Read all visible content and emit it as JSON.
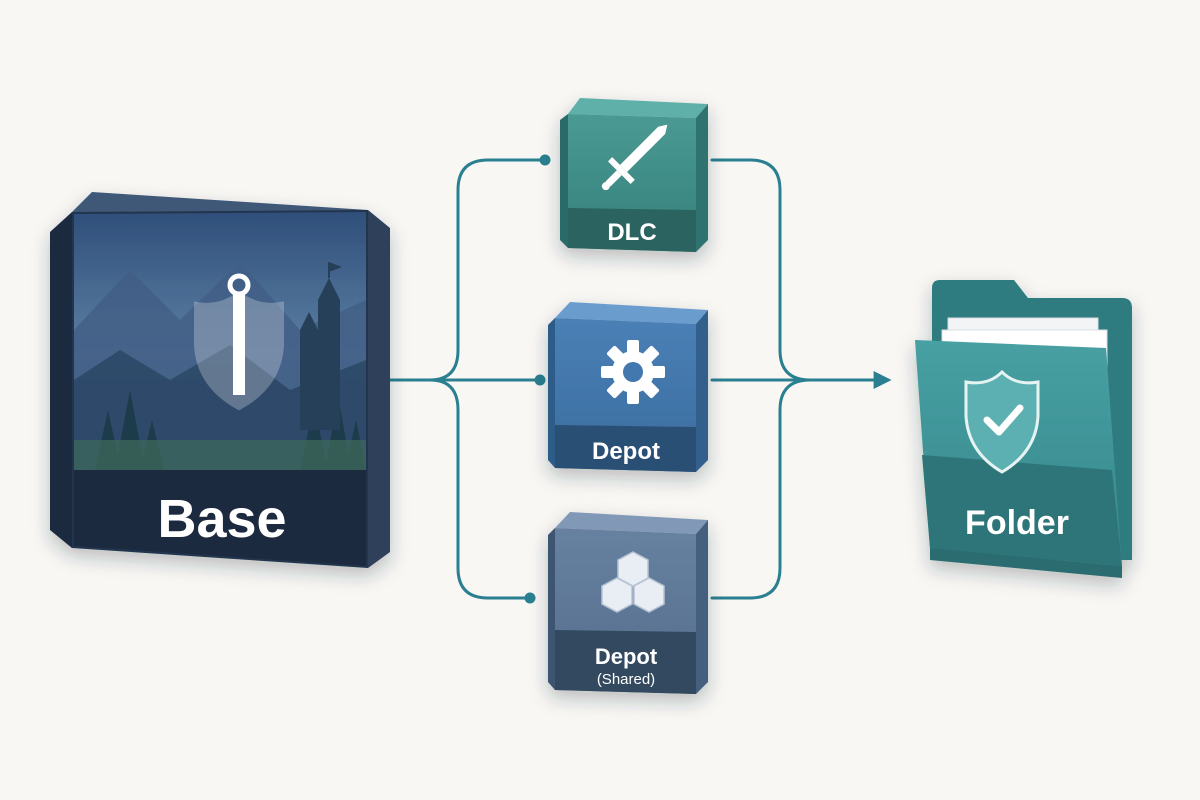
{
  "nodes": {
    "base": {
      "label": "Base"
    },
    "dlc": {
      "label": "DLC"
    },
    "depot": {
      "label": "Depot"
    },
    "shared": {
      "label": "Depot",
      "sublabel": "(Shared)"
    },
    "folder": {
      "label": "Folder"
    }
  },
  "icons": {
    "base": "shield-sword-icon",
    "dlc": "sword-icon",
    "depot": "gear-icon",
    "shared": "cubes-icon",
    "folder": "shield-check-icon"
  },
  "colors": {
    "connector": "#2a7f90",
    "base_box": "#2c3f5e",
    "dlc_box": "#3d8c88",
    "depot_box": "#3f73a8",
    "shared_box": "#56708f",
    "folder": "#3b8f95"
  }
}
